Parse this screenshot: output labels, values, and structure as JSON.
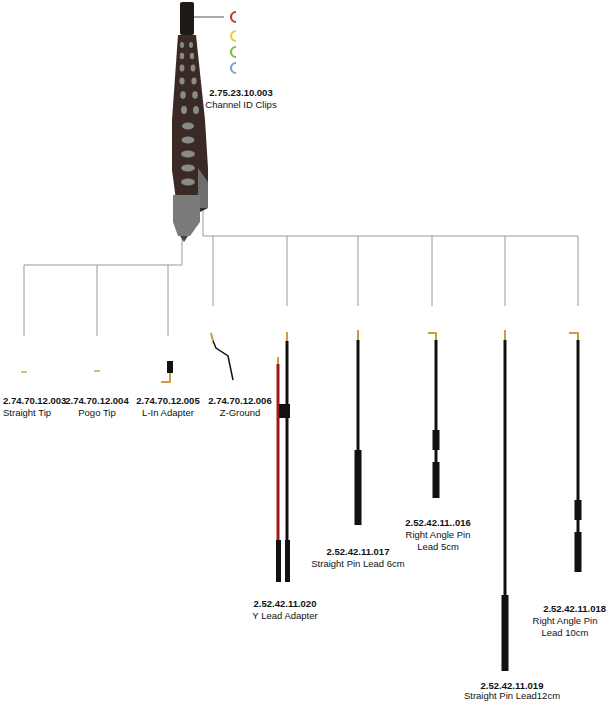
{
  "diagram": {
    "labels": [
      "2.75.23.10.003",
      "Channel ID Clips",
      "2.74.70.12.003",
      "Straight Tip",
      "2.74.70.12.004",
      "Pogo Tip",
      "2.74.70.12.005",
      "L-In Adapter",
      "2.74.70.12.006",
      "Z-Ground",
      "2.52.42.11.020",
      "Y Lead Adapter",
      "2.52.42.11.017",
      "Straight Pin Lead 6cm",
      "2.52.42.11..016",
      "Right Angle Pin Lead 5cm",
      "2.52.42.11.019",
      "Straight Pin Lead12cm",
      "2.52.42.11.018",
      "Right Angle Pin Lead 10cm"
    ]
  }
}
